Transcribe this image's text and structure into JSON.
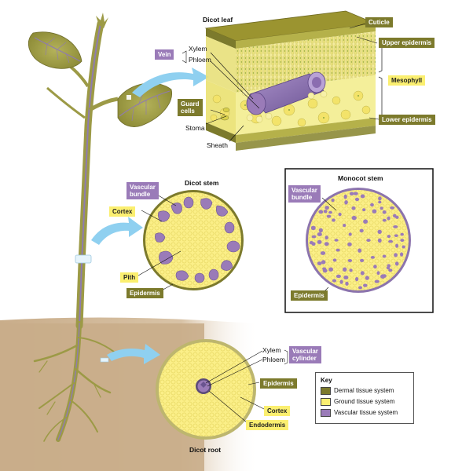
{
  "leaf": {
    "title": "Dicot leaf",
    "cuticle": "Cuticle",
    "upper_epidermis": "Upper epidermis",
    "mesophyll": "Mesophyll",
    "lower_epidermis": "Lower epidermis",
    "vein": "Vein",
    "xylem": "Xylem",
    "phloem": "Phloem",
    "guard_cells": "Guard\ncells",
    "stoma": "Stoma",
    "sheath": "Sheath"
  },
  "dicot_stem": {
    "title": "Dicot stem",
    "vascular_bundle": "Vascular\nbundle",
    "cortex": "Cortex",
    "pith": "Pith",
    "epidermis": "Epidermis"
  },
  "monocot_stem": {
    "title": "Monocot stem",
    "vascular_bundle": "Vascular\nbundle",
    "epidermis": "Epidermis"
  },
  "dicot_root": {
    "title": "Dicot root",
    "xylem": "Xylem",
    "phloem": "Phloem",
    "vascular_cylinder": "Vascular\ncylinder",
    "epidermis": "Epidermis",
    "cortex": "Cortex",
    "endodermis": "Endodermis"
  },
  "key": {
    "title": "Key",
    "items": [
      {
        "label": "Dermal tissue system",
        "color": "#7c7a2c"
      },
      {
        "label": "Ground tissue system",
        "color": "#fbef70"
      },
      {
        "label": "Vascular tissue system",
        "color": "#9a7bb8"
      }
    ]
  },
  "colors": {
    "dermal": "#7c7a2c",
    "ground": "#fbef70",
    "vascular": "#9a7bb8",
    "soil": "#c9ad8a",
    "arrow": "#8fd0f0"
  }
}
